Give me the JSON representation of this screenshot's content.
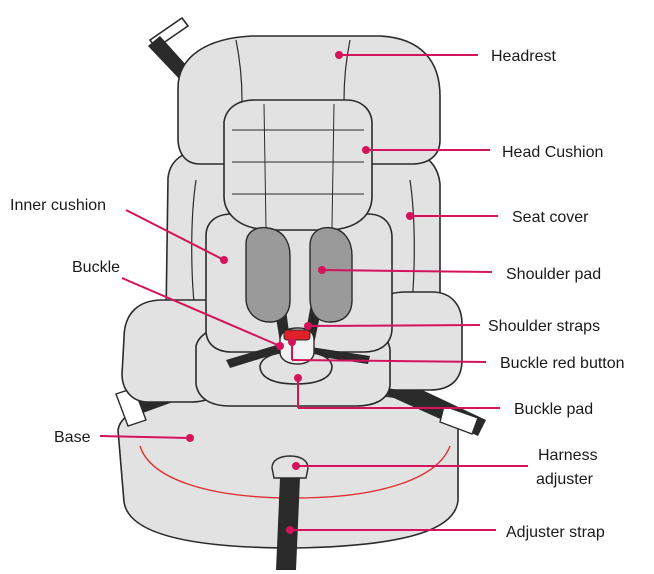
{
  "labels": {
    "headrest": "Headrest",
    "head_cushion": "Head Cushion",
    "inner_cushion": "Inner cushion",
    "seat_cover": "Seat cover",
    "buckle": "Buckle",
    "shoulder_pad": "Shoulder pad",
    "shoulder_straps": "Shoulder straps",
    "buckle_red_button": "Buckle red button",
    "buckle_pad": "Buckle pad",
    "base": "Base",
    "harness_adjuster_line1": "Harness",
    "harness_adjuster_line2": "adjuster",
    "adjuster_strap": "Adjuster strap"
  },
  "colors": {
    "leader": "#d4145a",
    "seat_fill": "#e2e2e2",
    "pad_fill": "#9a9a9a",
    "strap_fill": "#2a2a2a",
    "button_red": "#e0202a",
    "base_stitch": "#e03030"
  }
}
